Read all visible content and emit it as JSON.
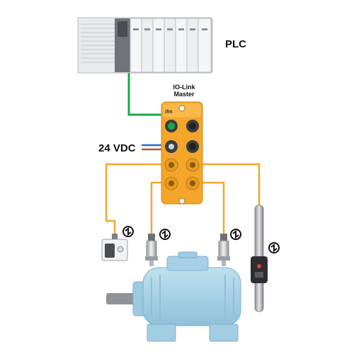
{
  "labels": {
    "plc": "PLC",
    "master_line1": "IO-Link",
    "master_line2": "Master",
    "power": "24 VDC"
  },
  "colors": {
    "plc_cable": "#1aa84a",
    "io_cable": "#f0a830",
    "power_positive": "#2f68c8",
    "power_negative": "#a8602a",
    "master_body": "#f4a62a",
    "motor": "#a9d2e6",
    "plc_body": "#dcdfe3"
  },
  "icons": [
    "plc-rack-icon",
    "io-link-master-icon",
    "photoelectric-sensor-icon",
    "pressure-sensor-icon",
    "linear-position-sensor-icon",
    "io-link-symbol-icon",
    "electric-motor-icon"
  ]
}
